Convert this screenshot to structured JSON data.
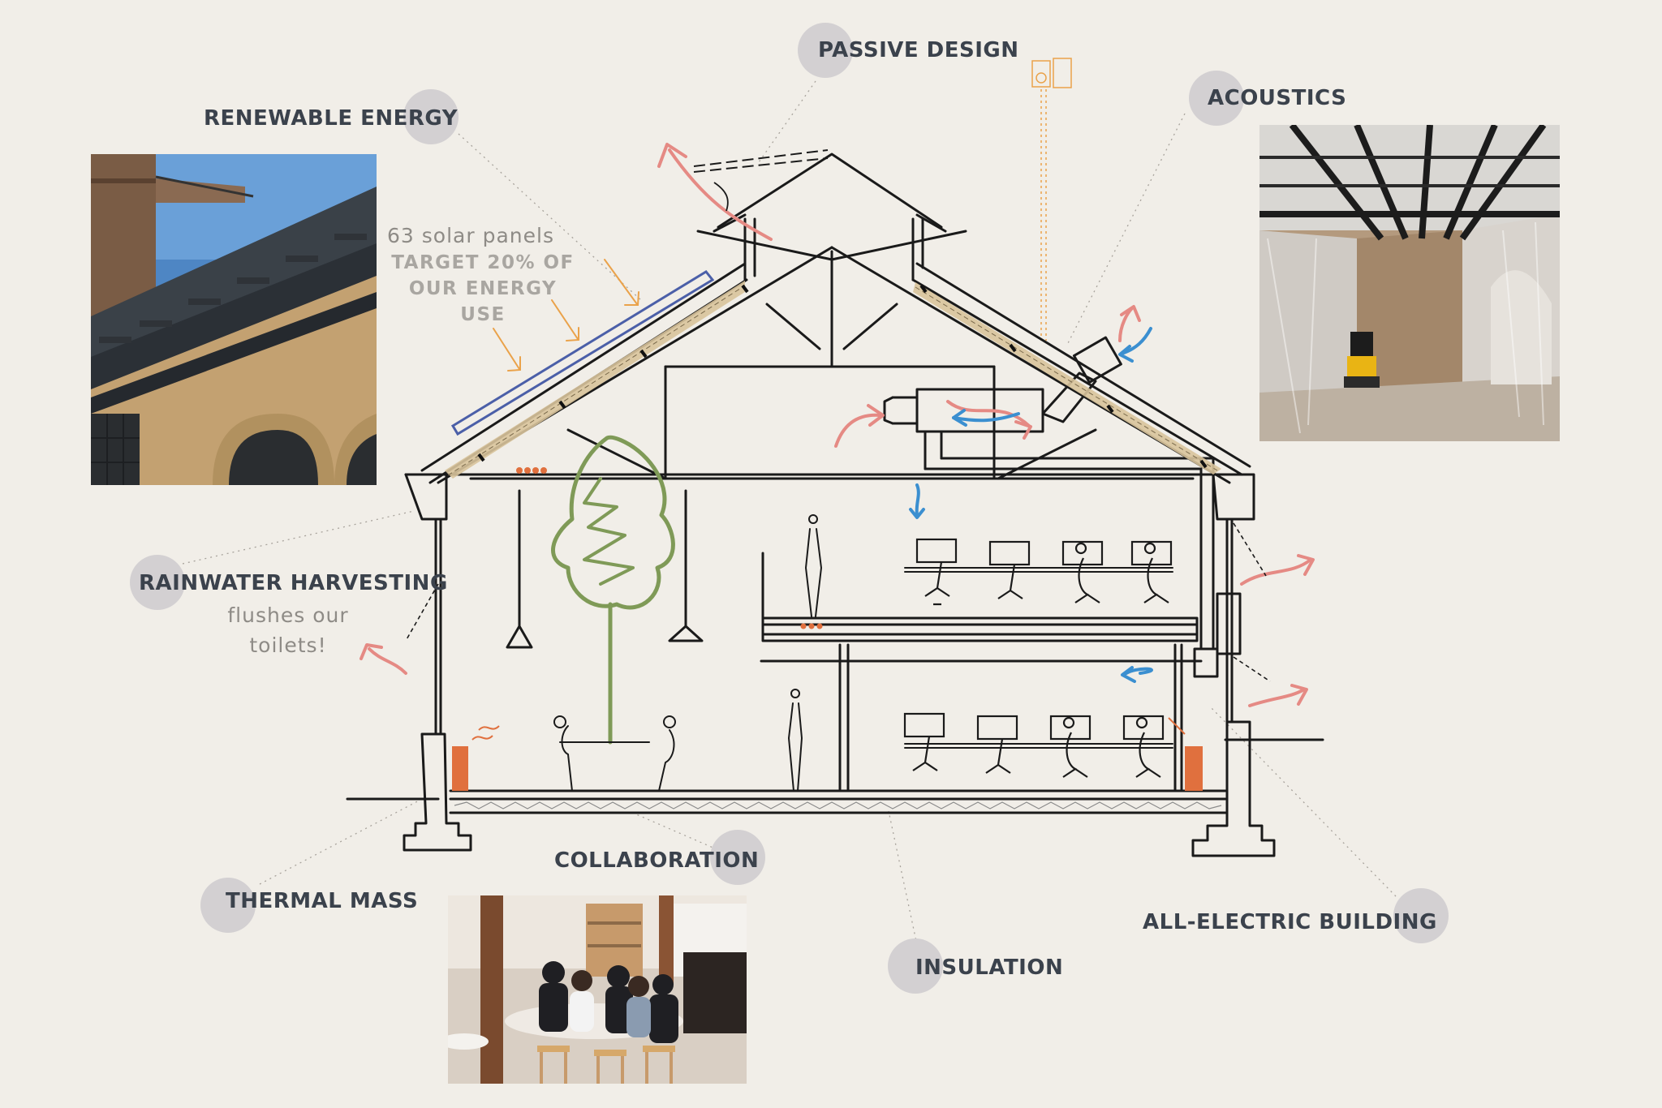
{
  "labels": {
    "passive_design": "PASSIVE DESIGN",
    "renewable_energy": "RENEWABLE ENERGY",
    "acoustics": "ACOUSTICS",
    "rainwater_harvesting": "RAINWATER HARVESTING",
    "thermal_mass": "THERMAL MASS",
    "collaboration": "COLLABORATION",
    "insulation": "INSULATION",
    "all_electric": "ALL-ELECTRIC BUILDING"
  },
  "notes": {
    "solar_line1": "63 solar panels",
    "solar_line2": "TARGET 20% OF",
    "solar_line3": "OUR ENERGY",
    "solar_line4": "USE",
    "rain_line1": "flushes our",
    "rain_line2": "toilets!"
  },
  "colors": {
    "background": "#f1eee8",
    "bubble": "#d3d0d2",
    "label_text": "#3b424c",
    "warm_arrow": "#e58a84",
    "cool_arrow": "#3b8fd0",
    "solar_arrow": "#eaa24a",
    "tree": "#7f9a57",
    "heater": "#e0703e",
    "solar_panel": "#4b5fa8",
    "insulation_fill": "#d8c39b"
  },
  "icons": [
    "warm-air-arrow-icon",
    "cool-air-arrow-icon",
    "solar-arrow-icon",
    "tree-icon",
    "desk-chair-icon",
    "heater-icon"
  ]
}
